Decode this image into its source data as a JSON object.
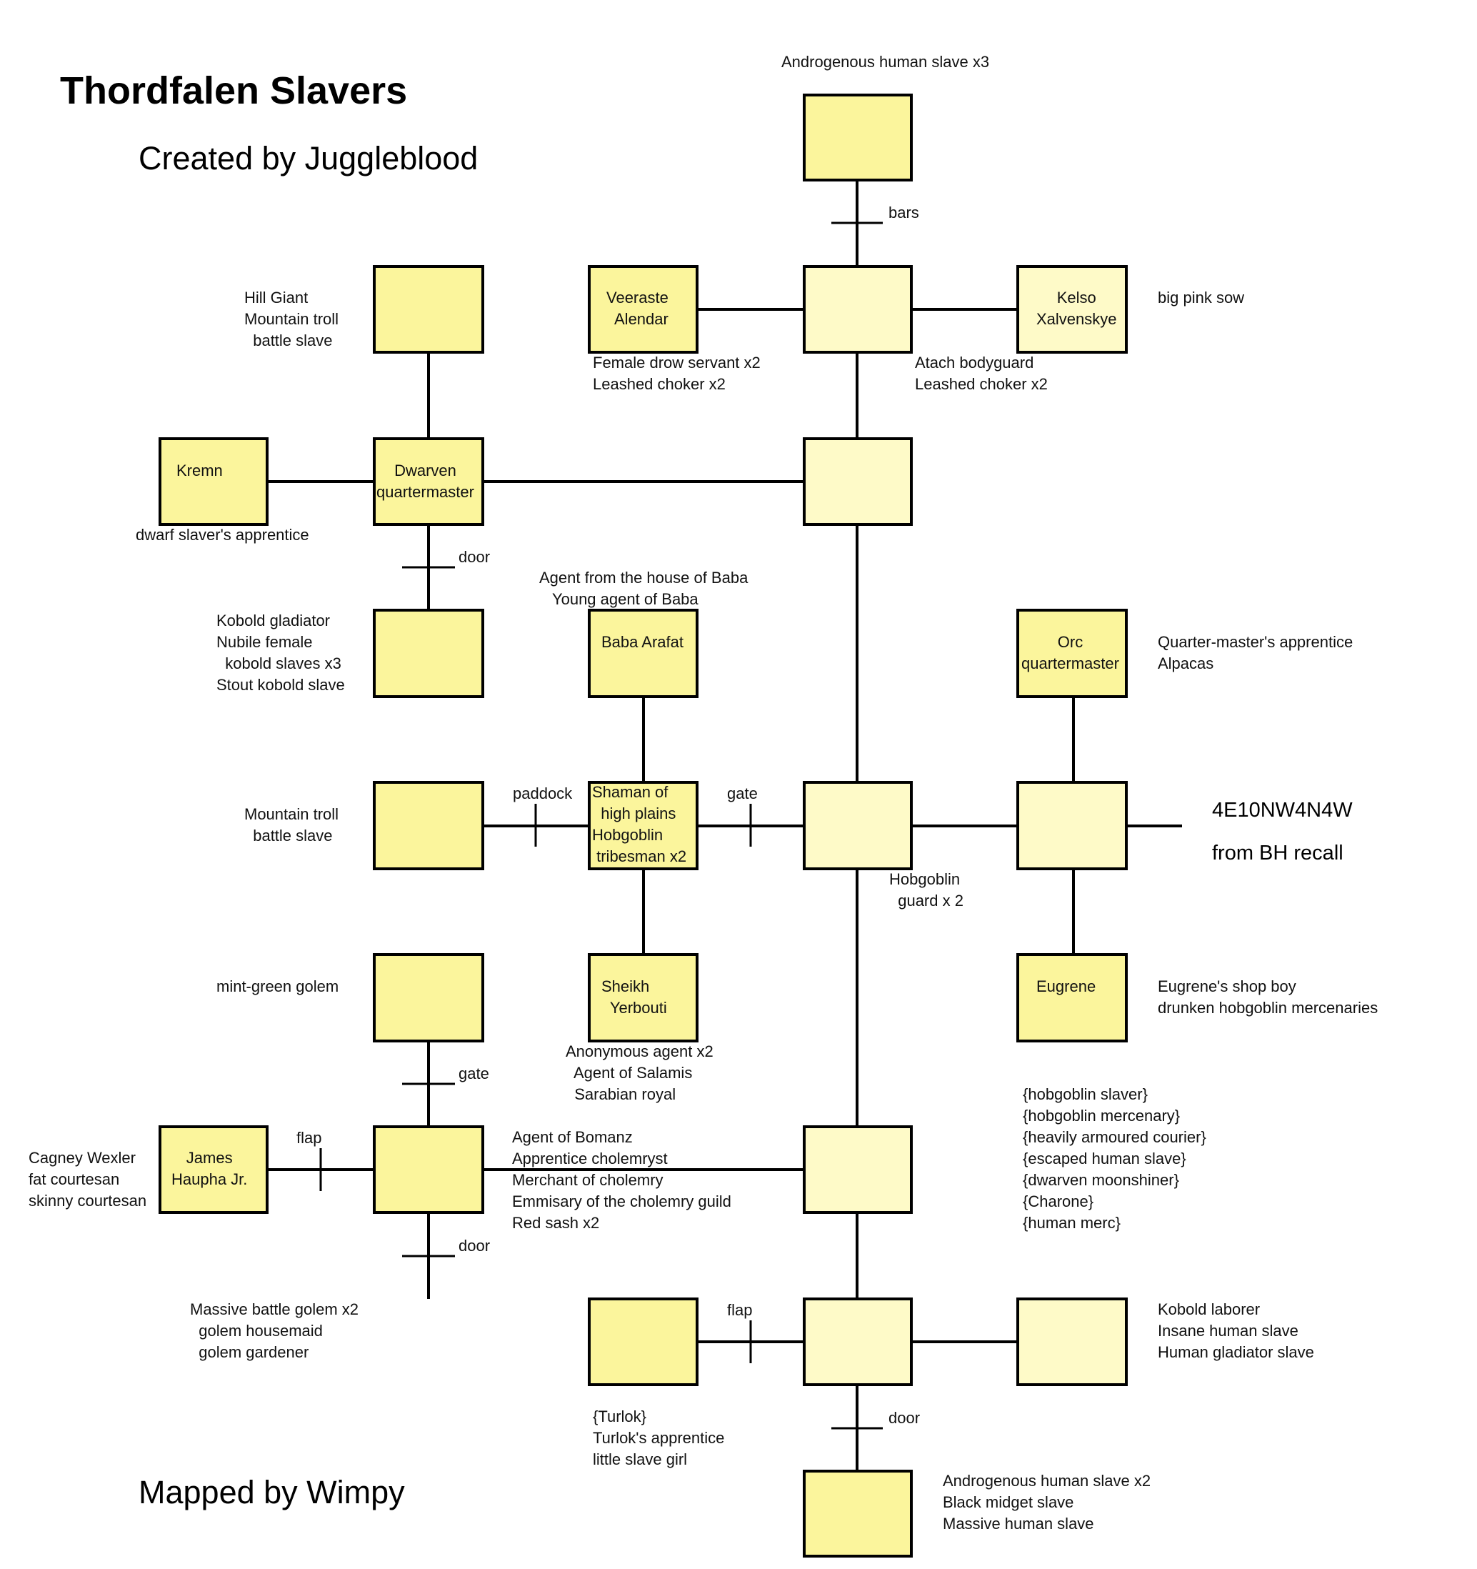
{
  "title": "Thordfalen Slavers",
  "created_by": "Created by Juggleblood",
  "mapped_by": "Mapped by Wimpy",
  "directions": "4E10NW4N4W",
  "directions_note": "from BH recall",
  "colors": {
    "room_dark": "#fbf59c",
    "room_light": "#fefac8",
    "lines": "#000000"
  },
  "rooms": {
    "r_top": {
      "label": ""
    },
    "r_bars_junction": {
      "label": ""
    },
    "r_veeraste": {
      "label": "Veeraste\n  Alendar"
    },
    "r_kelso": {
      "label": "Kelso\nXalvenskye"
    },
    "r_hillgiant": {
      "label": ""
    },
    "r_kremn": {
      "label": "Kremn"
    },
    "r_dwarven": {
      "label": "Dwarven\nquartermaster"
    },
    "r_center_upper": {
      "label": ""
    },
    "r_kobold": {
      "label": ""
    },
    "r_baba": {
      "label": "Baba Arafat"
    },
    "r_orc": {
      "label": "Orc\nquartermaster"
    },
    "r_troll2": {
      "label": ""
    },
    "r_shaman": {
      "label": "Shaman of\n  high plains\nHobgoblin\n tribesman x2"
    },
    "r_center_mid": {
      "label": ""
    },
    "r_east_mid": {
      "label": ""
    },
    "r_golem": {
      "label": ""
    },
    "r_sheikh": {
      "label": "Sheikh\n  Yerbouti"
    },
    "r_eugrene": {
      "label": "Eugrene"
    },
    "r_james": {
      "label": "James\nHaupha Jr."
    },
    "r_bomanz": {
      "label": ""
    },
    "r_center_low": {
      "label": ""
    },
    "r_turlok": {
      "label": ""
    },
    "r_center_bottom": {
      "label": ""
    },
    "r_kobold_laborer": {
      "label": ""
    },
    "r_bottom": {
      "label": ""
    }
  },
  "connection_labels": {
    "bars": "bars",
    "door_dwarven": "door",
    "paddock": "paddock",
    "gate_shaman": "gate",
    "gate_golem": "gate",
    "flap_james": "flap",
    "door_bomanz": "door",
    "flap_turlok": "flap",
    "door_bottom": "door"
  },
  "annotations": {
    "top_room": "Androgenous human slave x3",
    "hill_giant": "Hill Giant\nMountain troll\n  battle slave",
    "veeraste": "Female drow servant x2\nLeashed choker x2",
    "bars_junction": "Atach bodyguard\nLeashed choker x2",
    "kelso": "big pink sow",
    "kremn": "dwarf slaver's apprentice",
    "baba": "Agent from the house of Baba\n   Young agent of Baba",
    "kobold": "Kobold gladiator\nNubile female\n  kobold slaves x3\nStout kobold slave",
    "orc": "Quarter-master's apprentice\nAlpacas",
    "troll2": "Mountain troll\n  battle slave",
    "center_mid": "Hobgoblin\n  guard x 2",
    "golem": "mint-green golem",
    "sheikh": "Anonymous agent x2\n  Agent of Salamis\n  Sarabian royal",
    "eugrene": "Eugrene's shop boy\ndrunken hobgoblin mercenaries",
    "wanderers": "{hobgoblin slaver}\n{hobgoblin mercenary}\n{heavily armoured courier}\n{escaped human slave}\n{dwarven moonshiner}\n{Charone}\n{human merc}",
    "james": "Cagney Wexler\nfat courtesan\nskinny courtesan",
    "bomanz": "Agent of Bomanz\nApprentice cholemryst\nMerchant of cholemry\nEmmisary of the cholemry guild\nRed sash x2",
    "golem_room": "Massive battle golem x2\n  golem housemaid\n  golem gardener",
    "kobold_laborer": "Kobold laborer\nInsane human slave\nHuman gladiator slave",
    "turlok": "{Turlok}\nTurlok's apprentice\nlittle slave girl",
    "bottom_room": "Androgenous human slave x2\nBlack midget slave\nMassive human slave"
  }
}
